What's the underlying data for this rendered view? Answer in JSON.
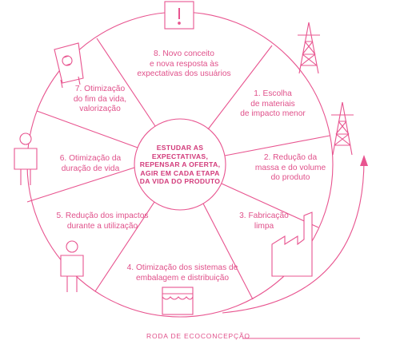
{
  "center": {
    "text": "ESTUDAR AS\nEXPECTATIVAS,\nREPENSAR A OFERTA,\nAGIR EM CADA ETAPA\nDA VIDA DO PRODUTO"
  },
  "stages": [
    {
      "label": "1. Escolha\nde materiais\nde impacto menor",
      "icon": "pylon-icon"
    },
    {
      "label": "2. Redução da\nmassa e do volume\ndo produto",
      "icon": "pylon-icon"
    },
    {
      "label": "3. Fabricação\nlimpa",
      "icon": "factory-icon"
    },
    {
      "label": "4. Otimização dos sistemas de\nembalagem e distribuição",
      "icon": "shop-icon"
    },
    {
      "label": "5. Redução dos impactos\ndurante a utilização",
      "icon": "person-icon"
    },
    {
      "label": "6. Otimização da\nduração de vida",
      "icon": "person-icon"
    },
    {
      "label": "7. Otimização\ndo fim da vida,\nvalorização",
      "icon": "recycle-bin-icon"
    },
    {
      "label": "8. Novo conceito\ne nova resposta às\nexpectativas dos usuários",
      "icon": "alert-icon"
    }
  ],
  "caption": "RODA DE ECOCONCEPÇÃO",
  "colors": {
    "line": "#e8548f",
    "text": "#e0508a",
    "center_text": "#d23a7a"
  }
}
